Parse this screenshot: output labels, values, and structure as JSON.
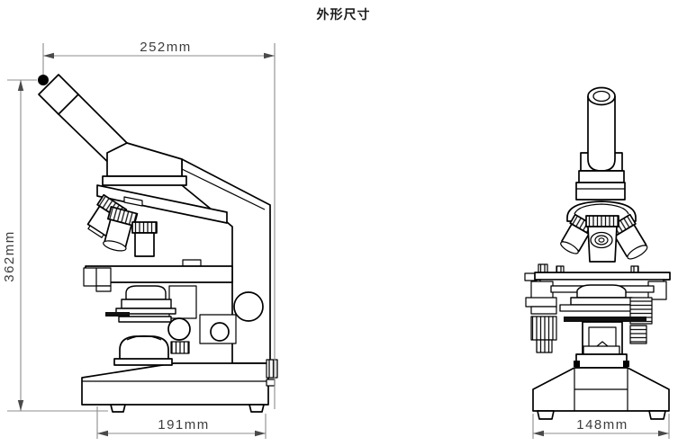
{
  "title": "外形尺寸",
  "dimensions": {
    "top_width": "252mm",
    "overall_height": "362mm",
    "side_base_depth": "191mm",
    "front_base_width": "148mm"
  },
  "colors": {
    "outline": "#000000",
    "dimension_line": "#8c8c8c",
    "dimension_text": "#3d3d3d",
    "background": "#ffffff"
  }
}
